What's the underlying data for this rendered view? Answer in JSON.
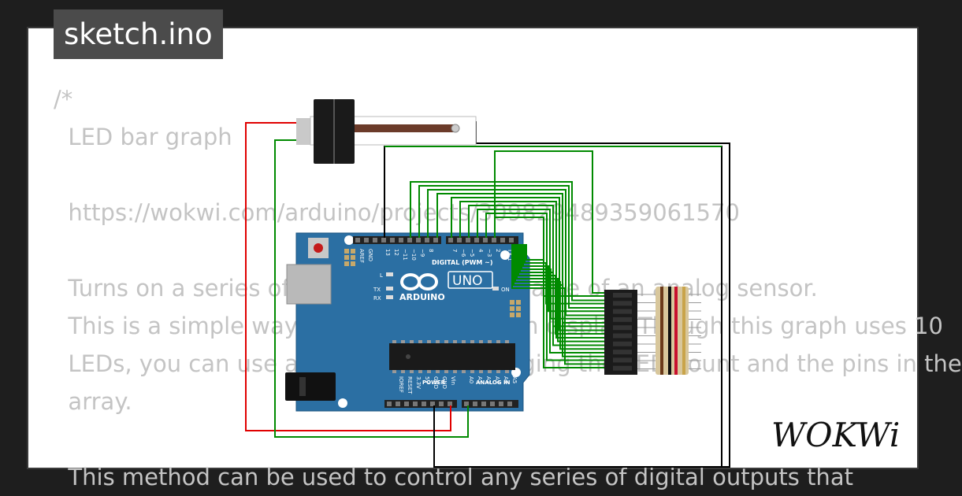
{
  "tab": {
    "filename": "sketch.ino"
  },
  "code_lines": [
    "/*",
    "  LED bar graph",
    "",
    "  https://wokwi.com/arduino/projects/309829489359061570",
    "",
    "  Turns on a series of LEDs based on the value of an analog sensor.",
    "  This is a simple way to make a bar graph display. Though this graph uses 10",
    "  LEDs, you can use any number by changing the LED count and the pins in the",
    "  array.",
    "",
    "  This method can be used to control any series of digital outputs that"
  ],
  "board": {
    "brand": "ARDUINO",
    "model": "UNO",
    "color": "#2b6fa3",
    "digital_label": "DIGITAL (PWM ~)",
    "power_label": "POWER",
    "analog_label": "ANALOG IN",
    "on_label": "ON",
    "led_labels": [
      "L",
      "TX",
      "RX"
    ],
    "top_pins": [
      "AREF",
      "GND",
      "13",
      "12",
      "~11",
      "~10",
      "~9",
      "8",
      "7",
      "~6",
      "~5",
      "4",
      "~3",
      "2",
      "TX 1",
      "RX 0"
    ],
    "bottom_pins": [
      "IOREF",
      "RESET",
      "3.3V",
      "5V",
      "GND",
      "GND",
      "Vin",
      "A0",
      "A1",
      "A2",
      "A3",
      "A4",
      "A5"
    ]
  },
  "wire_colors": {
    "power": "#e00000",
    "signal": "#008a00",
    "ground": "#000000"
  },
  "logo": {
    "text": "WOKWi"
  }
}
